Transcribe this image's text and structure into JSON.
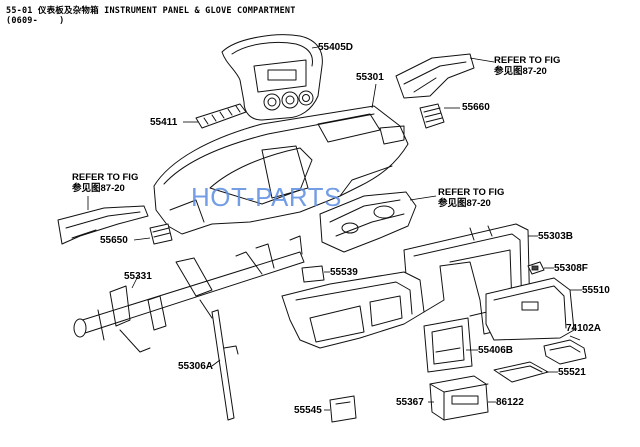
{
  "header": {
    "line1": "55-01 仪表板及杂物箱 INSTRUMENT PANEL & GLOVE COMPARTMENT",
    "line2": "(0609-    )"
  },
  "watermark": "HOT-PARTS",
  "refs": {
    "ref_top": {
      "line1": "REFER TO FIG",
      "line2": "参见图87-20"
    },
    "ref_left": {
      "line1": "REFER TO FIG",
      "line2": "参见图87-20"
    },
    "ref_mid": {
      "line1": "REFER TO FIG",
      "line2": "参见图87-20"
    }
  },
  "parts": {
    "p55405D": "55405D",
    "p55301": "55301",
    "p55411": "55411",
    "p55660": "55660",
    "p55650": "55650",
    "p55303B": "55303B",
    "p55331": "55331",
    "p55539": "55539",
    "p55308F": "55308F",
    "p55510": "55510",
    "p74102A": "74102A",
    "p55406B": "55406B",
    "p55306A": "55306A",
    "p55521": "55521",
    "p55545": "55545",
    "p55367": "55367",
    "p86122": "86122"
  },
  "colors": {
    "line": "#111111",
    "watermark": "#5b8de0",
    "background": "#ffffff"
  }
}
